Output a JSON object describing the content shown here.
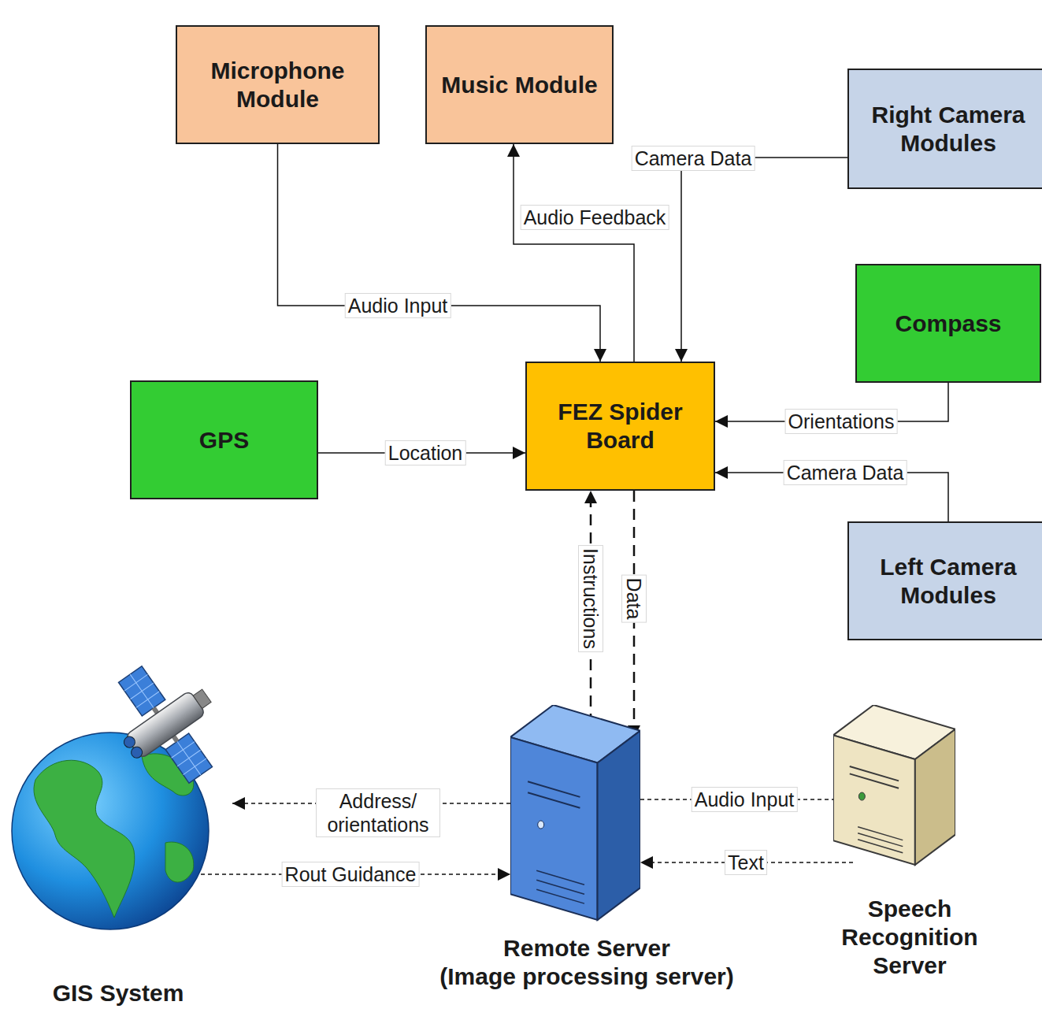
{
  "diagram": {
    "nodes": [
      {
        "text": [
          "Microphone Module"
        ]
      },
      {
        "text": [
          "Music Module"
        ]
      },
      {
        "text": [
          "Right Camera Modules"
        ]
      },
      {
        "text": [
          "Compass"
        ]
      },
      {
        "text": [
          "GPS"
        ]
      },
      {
        "text": [
          "FEZ Spider Board"
        ]
      },
      {
        "text": [
          "Left Camera Modules"
        ]
      },
      {
        "text": [
          "GIS System"
        ]
      },
      {
        "text": [
          "Remote Server",
          "(Image processing server)"
        ]
      },
      {
        "text": [
          "Speech Recognition Server"
        ]
      }
    ],
    "edges": [
      {
        "from": 0,
        "to": 5,
        "label": "Audio Input",
        "arrow": "to"
      },
      {
        "from": 5,
        "to": 1,
        "label": "Audio Feedback",
        "arrow": "to"
      },
      {
        "from": 2,
        "to": 5,
        "label": "Camera Data",
        "arrow": "to"
      },
      {
        "from": 3,
        "to": 5,
        "label": "Orientations",
        "arrow": "to"
      },
      {
        "from": 4,
        "to": 5,
        "label": "Location",
        "arrow": "to"
      },
      {
        "from": 6,
        "to": 5,
        "label": "Camera Data",
        "arrow": "to"
      },
      {
        "from": 8,
        "to": 5,
        "label": "Instructions",
        "arrow": "to"
      },
      {
        "from": 5,
        "to": 8,
        "label": "Data",
        "arrow": "to"
      },
      {
        "from": 8,
        "to": 7,
        "label": "Address/ orientations",
        "arrow": "to"
      },
      {
        "from": 7,
        "to": 8,
        "label": "Rout Guidance",
        "arrow": "to"
      },
      {
        "from": 8,
        "to": 9,
        "label": "Audio Input",
        "arrow": "to"
      },
      {
        "from": 9,
        "to": 8,
        "label": "Text",
        "arrow": "to"
      }
    ]
  }
}
